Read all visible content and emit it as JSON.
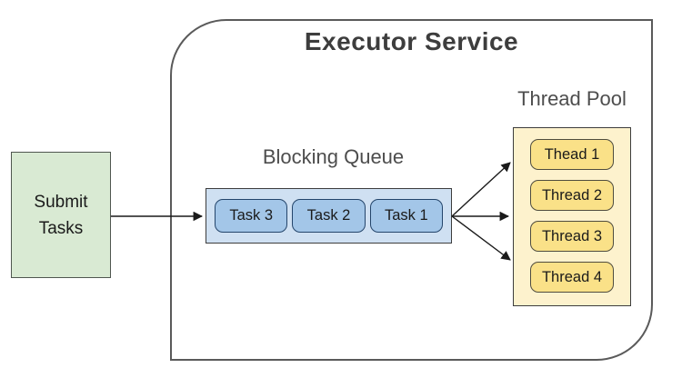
{
  "title": "Executor Service",
  "submit_box": {
    "label": "Submit\nTasks"
  },
  "blocking_queue": {
    "label": "Blocking Queue",
    "tasks": [
      "Task 3",
      "Task 2",
      "Task 1"
    ]
  },
  "thread_pool": {
    "label": "Thread Pool",
    "threads": [
      "Thead 1",
      "Thread 2",
      "Thread 3",
      "Thread 4"
    ]
  },
  "colors": {
    "submit_fill": "#d9ead3",
    "queue_fill": "#cfe0f2",
    "task_fill": "#a3c6e8",
    "pool_fill": "#fdf2cd",
    "thread_fill": "#fae188",
    "arrow": "#1a1a1a"
  }
}
